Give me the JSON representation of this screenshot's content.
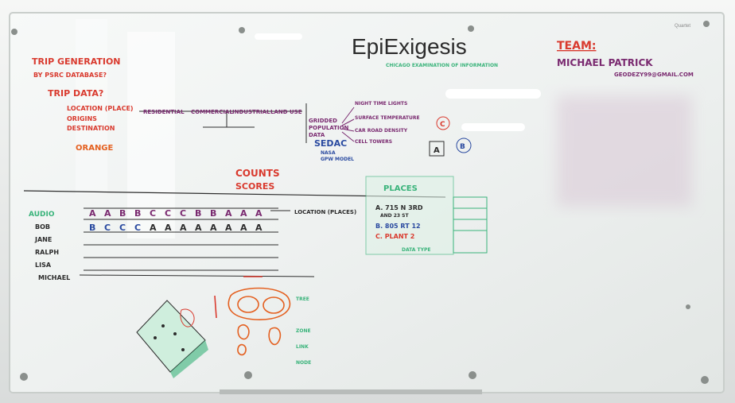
{
  "board": {
    "title": "EpiExigesis",
    "subtitle": "CHICAGO EXAMINATION OF INFORMATION",
    "brand": "Quartet",
    "team_heading": "TEAM:",
    "team_member": "MICHAEL PATRICK",
    "team_email": "GEODEZY99@GMAIL.COM"
  },
  "left_notes": {
    "trip_generation": "TRIP GENERATION",
    "psrc": "BY PSRC DATABASE?",
    "trip_data": "TRIP DATA?",
    "location": "LOCATION (PLACE)",
    "origins": "ORIGINS",
    "destination": "DESTINATION",
    "orange": "ORANGE"
  },
  "landuse": {
    "residential": "RESIDENTIAL",
    "commercial": "COMMERCIAL",
    "industrial": "INDUSTRIAL",
    "landuse": "LAND USE",
    "gridded": "GRIDDED",
    "population": "POPULATION",
    "data": "DATA",
    "sedac": "SEDAC",
    "sedac_sub1": "NASA",
    "sedac_sub2": "GPW MODEL",
    "branch1": "NIGHT TIME LIGHTS",
    "branch2": "SURFACE TEMPERATURE",
    "branch3": "CAR ROAD DENSITY",
    "branch4": "CELL TOWERS",
    "circle_c": "C",
    "box_a": "A",
    "box_b": "B"
  },
  "grid": {
    "counts": "COUNTS",
    "scores": "SCORES",
    "label_row": "AUDIO",
    "location_places": "LOCATION (PLACES)",
    "row_top": [
      "A",
      "A",
      "B",
      "B",
      "C",
      "C",
      "C",
      "B",
      "B",
      "A",
      "A",
      "A"
    ],
    "row_bottom": [
      "B",
      "C",
      "C",
      "C",
      "A",
      "A",
      "A",
      "A",
      "A",
      "A",
      "A",
      "A"
    ],
    "people": [
      "BOB",
      "JANE",
      "RALPH",
      "LISA",
      "MICHAEL"
    ]
  },
  "places": {
    "title": "PLACES",
    "a": "A. 715 N 3RD",
    "a_sub": "AND 23 ST",
    "b": "B. 805 RT 12",
    "c": "C. PLANT 2",
    "footer": "DATA TYPE"
  },
  "sketch": {
    "label_tree": "TREE",
    "label_zone": "ZONE",
    "label_link": "LINK",
    "label_node": "NODE"
  },
  "colors": {
    "board": "#f3f5f4",
    "red_marker": "#d93a2e",
    "black_marker": "#2c2c2c",
    "purple_marker": "#7a2a70",
    "green_marker": "#39b37a",
    "orange_marker": "#e46020",
    "blue_marker": "#2a4aa0"
  }
}
